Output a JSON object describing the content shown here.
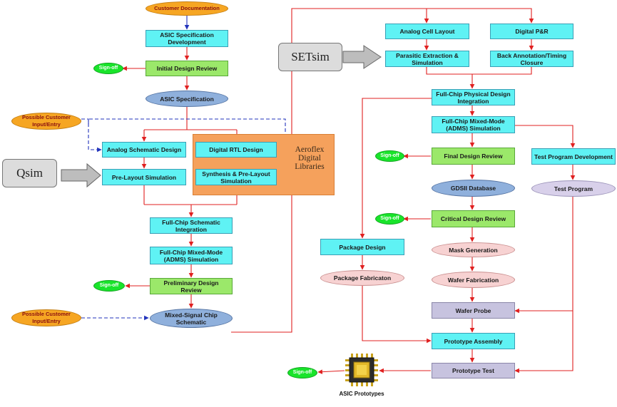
{
  "nodes": {
    "customer_documentation": "Customer Documentation",
    "asic_spec_dev": "ASIC Specification Development",
    "initial_design_review": "Initial Design Review",
    "asic_specification": "ASIC Specification",
    "possible_customer_input_1": "Possible Customer Input/Entry",
    "analog_schematic_design": "Analog Schematic Design",
    "pre_layout_simulation": "Pre-Layout Simulation",
    "digital_rtl_design": "Digital RTL Design",
    "synthesis_pre_layout": "Synthesis & Pre-Layout Simulation",
    "aeroflex_digital_libraries": "Aeroflex Digital Libraries",
    "fullchip_schematic_integration": "Full-Chip Schematic Integration",
    "fullchip_adms_sim_left": "Full-Chip Mixed-Mode (ADMS) Simulation",
    "preliminary_design_review": "Preliminary Design Review",
    "possible_customer_input_2": "Possible Customer Input/Entry",
    "mixed_signal_chip_schematic": "Mixed-Signal Chip Schematic",
    "analog_cell_layout": "Analog Cell Layout",
    "digital_pr": "Digital P&R",
    "parasitic_extraction": "Parasitic Extraction & Simulation",
    "back_annotation": "Back Annotation/Timing Closure",
    "fullchip_physical_design": "Full-Chip Physical Design Integration",
    "fullchip_adms_sim_right": "Full-Chip Mixed-Mode (ADMS) Simulation",
    "final_design_review": "Final Design Review",
    "test_program_development": "Test Program Development",
    "gdsii_database": "GDSII Database",
    "test_program": "Test Program",
    "critical_design_review": "Critical Design Review",
    "package_design": "Package Design",
    "mask_generation": "Mask Generation",
    "package_fabrication": "Package Fabricaton",
    "wafer_fabrication": "Wafer Fabrication",
    "wafer_probe": "Wafer Probe",
    "prototype_assembly": "Prototype Assembly",
    "prototype_test": "Prototype Test",
    "asic_prototypes": "ASIC Prototypes"
  },
  "signoff_label": "Sign-off",
  "tools": {
    "qsim": "Qsim",
    "setsim": "SETsim"
  },
  "colors": {
    "flow_arrow": "#e02020",
    "customer_arrow": "#2233bb",
    "process_box": "#5ff2f4",
    "review_box": "#9be86a",
    "library_panel": "#f5a15c",
    "signoff": "#19e42b"
  }
}
